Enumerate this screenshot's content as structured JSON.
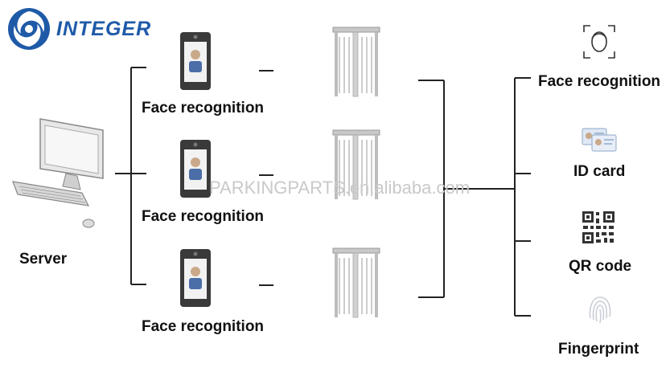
{
  "brand": {
    "name": "INTEGER",
    "color": "#1f5aa8"
  },
  "server": {
    "label": "Server",
    "icon": "desktop-computer-icon"
  },
  "devices": [
    {
      "label": "Face recognition",
      "icon": "face-terminal-icon"
    },
    {
      "label": "Face recognition",
      "icon": "face-terminal-icon"
    },
    {
      "label": "Face recognition",
      "icon": "face-terminal-icon"
    }
  ],
  "turnstile_icon": "full-height-turnstile-icon",
  "methods": [
    {
      "label": "Face recognition",
      "icon": "face-scan-icon"
    },
    {
      "label": "ID card",
      "icon": "id-card-icon"
    },
    {
      "label": "QR code",
      "icon": "qr-code-icon"
    },
    {
      "label": "Fingerprint",
      "icon": "fingerprint-icon"
    }
  ],
  "watermark": "PARKINGPARTS.en.alibaba.com",
  "colors": {
    "line": "#222222",
    "text": "#111111"
  }
}
